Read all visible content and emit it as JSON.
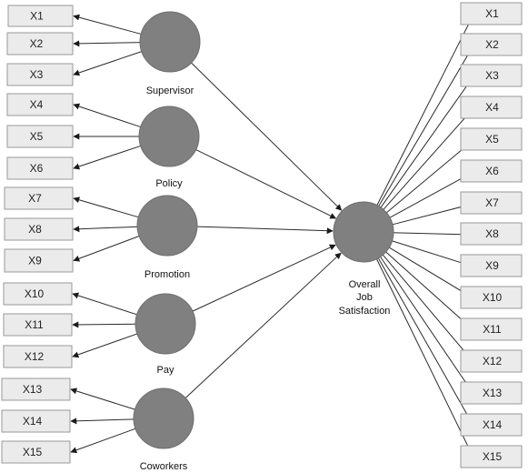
{
  "latent_factors": [
    {
      "id": "supervisor",
      "label": "Supervisor",
      "indicators": [
        "X1",
        "X2",
        "X3"
      ]
    },
    {
      "id": "policy",
      "label": "Policy",
      "indicators": [
        "X4",
        "X5",
        "X6"
      ]
    },
    {
      "id": "promotion",
      "label": "Promotion",
      "indicators": [
        "X7",
        "X8",
        "X9"
      ]
    },
    {
      "id": "pay",
      "label": "Pay",
      "indicators": [
        "X10",
        "X11",
        "X12"
      ]
    },
    {
      "id": "coworkers",
      "label": "Coworkers",
      "indicators": [
        "X13",
        "X14",
        "X15"
      ]
    }
  ],
  "outcome": {
    "id": "overall-job-satisfaction",
    "label_lines": [
      "Overall",
      "Job",
      "Satisfaction"
    ],
    "indicators": [
      "X1",
      "X2",
      "X3",
      "X4",
      "X5",
      "X6",
      "X7",
      "X8",
      "X9",
      "X10",
      "X11",
      "X12",
      "X13",
      "X14",
      "X15"
    ]
  },
  "colors": {
    "node_fill": "#808080",
    "box_fill": "#ebebeb",
    "box_border": "#9a9a9a",
    "edge": "#2a2a2a"
  }
}
